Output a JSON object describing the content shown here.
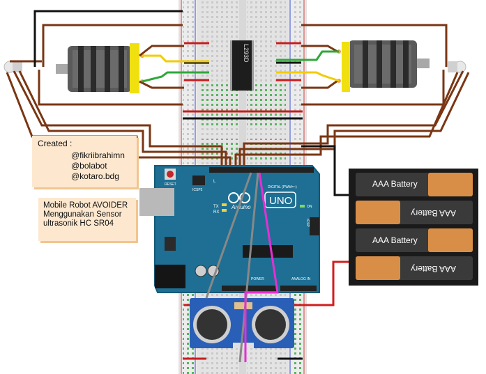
{
  "chip": {
    "label": "L293D"
  },
  "board": {
    "reset": "RESET",
    "icsp2": "ICSP2",
    "digital": "DIGITAL (PWM=~)",
    "brand": "Arduino",
    "model": "UNO",
    "tx": "TX",
    "rx": "RX",
    "on": "ON",
    "icsp": "ICSP",
    "power": "POWER",
    "analog_in": "ANALOG IN",
    "l": "L"
  },
  "battery": {
    "cells": [
      "AAA Battery",
      "AAA Battery",
      "AAA Battery",
      "AAA Battery"
    ]
  },
  "credits": {
    "title": "Created :",
    "handles": [
      "@fikriibrahimn",
      "@bolabot",
      "@kotaro.bdg"
    ]
  },
  "description": {
    "lines": [
      "Mobile Robot AVOIDER",
      "Menggunakan Sensor",
      "ultrasonik HC SR04"
    ]
  },
  "colors": {
    "wire_brown": "#7a3613",
    "wire_black": "#111111",
    "wire_green": "#2fa83a",
    "wire_yellow": "#f2cc00",
    "wire_red": "#d21d1d",
    "wire_magenta": "#e62fd3",
    "wire_gray": "#888888",
    "arduino_blue": "#1e6f93",
    "sensor_blue": "#2a5fb8",
    "note_fill": "#fde8cf"
  }
}
